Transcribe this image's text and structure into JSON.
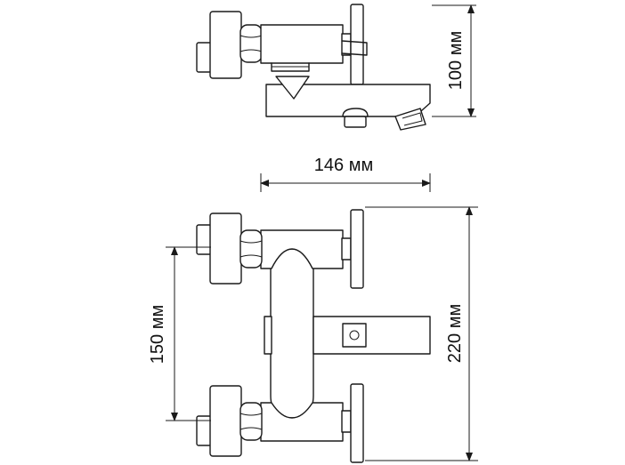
{
  "dimensions": {
    "height_label": "100 мм",
    "width_label": "146 мм",
    "spacing_label": "150 мм",
    "total_height_label": "220 мм"
  },
  "colors": {
    "line": "#1a1a1a",
    "background": "#ffffff"
  }
}
